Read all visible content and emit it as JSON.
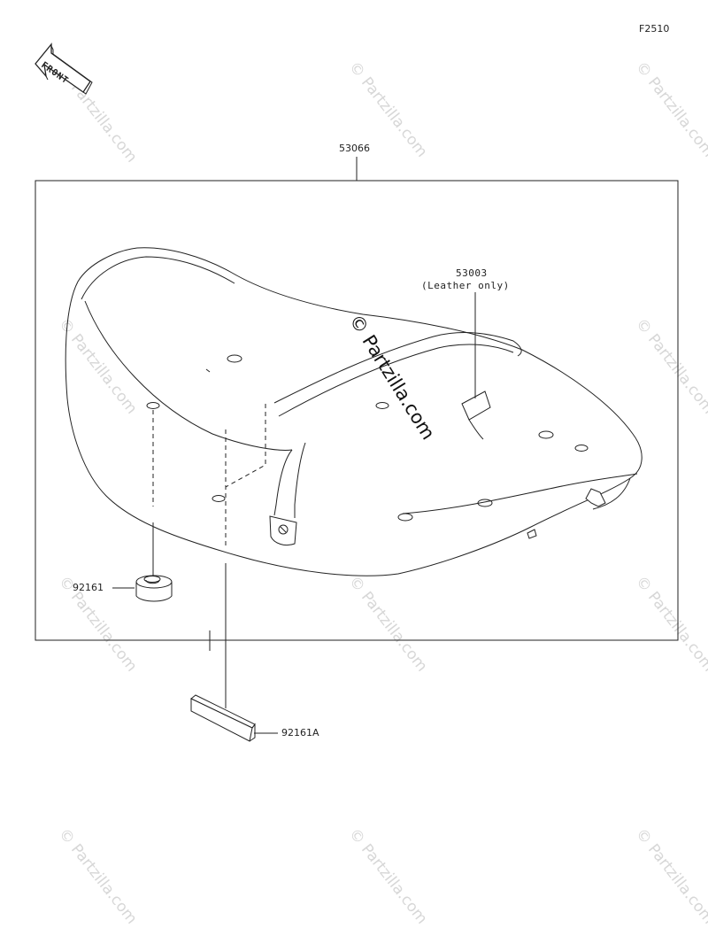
{
  "figure_code": "F2510",
  "front_arrow_label": "FRONT",
  "parts": {
    "seat_assy": "53066",
    "cover_part": "53003",
    "cover_note": "(Leather only)",
    "damper": "92161",
    "damper_a": "92161A"
  },
  "watermark_text": "© Partzilla.com",
  "colors": {
    "line": "#222222",
    "watermark": "#d7d7d7"
  }
}
